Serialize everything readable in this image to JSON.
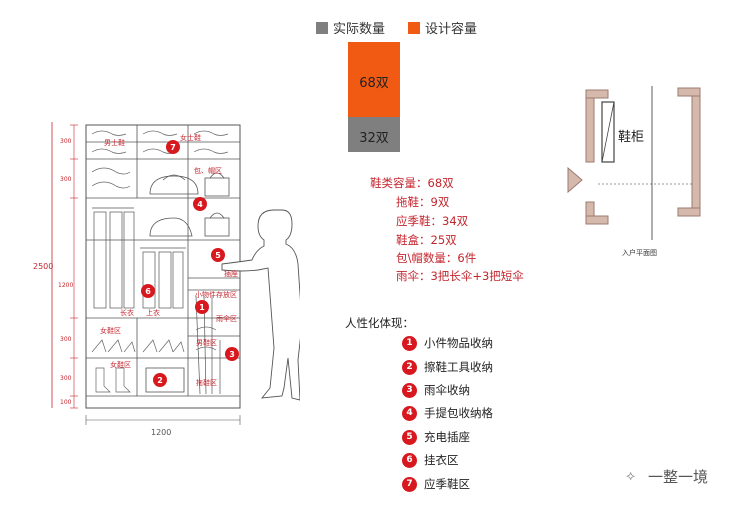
{
  "legend": [
    {
      "label": "实际数量",
      "color": "#7f7f7f"
    },
    {
      "label": "设计容量",
      "color": "#f05a13"
    }
  ],
  "chart_data": {
    "type": "bar",
    "categories": [
      ""
    ],
    "series": [
      {
        "name": "实际数量",
        "values": [
          32
        ]
      },
      {
        "name": "设计容量",
        "values": [
          68
        ]
      }
    ],
    "stacked": true
  },
  "bar_labels": {
    "design": "68双",
    "actual": "32双"
  },
  "specs": [
    "鞋类容量：68双",
    "拖鞋：9双",
    "应季鞋：34双",
    "鞋盒：25双",
    "包\\帽数量：6件",
    "雨伞：3把长伞+3把短伞"
  ],
  "features_title": "人性化体现：",
  "features": [
    {
      "num": "1",
      "label": "小件物品收纳"
    },
    {
      "num": "2",
      "label": "擦鞋工具收纳"
    },
    {
      "num": "3",
      "label": "雨伞收纳"
    },
    {
      "num": "4",
      "label": "手提包收纳格"
    },
    {
      "num": "5",
      "label": "充电插座"
    },
    {
      "num": "6",
      "label": "挂衣区"
    },
    {
      "num": "7",
      "label": "应季鞋区"
    }
  ],
  "floorplan": {
    "cabinet_label": "鞋柜",
    "caption": "入户平面图"
  },
  "cabinet": {
    "width_label": "1200",
    "height_label": "2500",
    "row_dims": [
      "300",
      "300",
      "1200",
      "300",
      "300",
      "100"
    ],
    "zone_labels": {
      "mens_shoes": "男士鞋",
      "womens_shoes_top": "女士鞋",
      "bag_hat": "包、帽区",
      "outlet": "插座",
      "small_items": "小物件存放区",
      "long_coat": "长衣",
      "jacket": "上衣",
      "umbrella": "雨伞区",
      "womens_zone": "女鞋区",
      "mens_zone": "男鞋区",
      "womens_box": "女鞋区",
      "slippers": "拖鞋区"
    },
    "markers": [
      "7",
      "4",
      "5",
      "6",
      "1",
      "2",
      "3"
    ]
  },
  "watermark": "一整一境"
}
